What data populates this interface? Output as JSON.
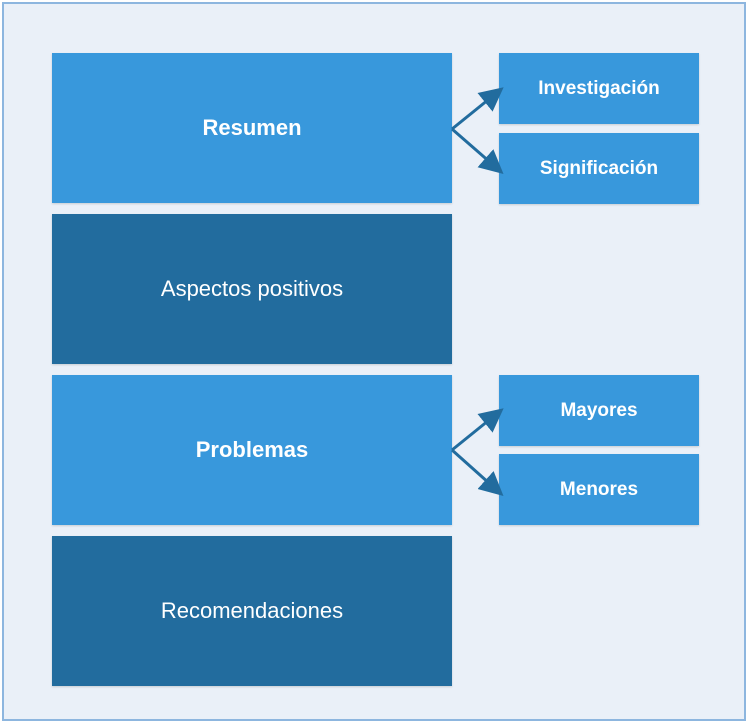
{
  "diagram": {
    "blocks": [
      {
        "label": "Resumen",
        "style": "light",
        "bold": true
      },
      {
        "label": "Aspectos positivos",
        "style": "dark",
        "bold": false
      },
      {
        "label": "Problemas",
        "style": "light",
        "bold": true
      },
      {
        "label": "Recomendaciones",
        "style": "dark",
        "bold": false
      }
    ],
    "resumen_children": [
      "Investigación",
      "Significación"
    ],
    "problemas_children": [
      "Mayores",
      "Menores"
    ]
  },
  "colors": {
    "light_block": "#3898dc",
    "dark_block": "#226c9e",
    "background": "#eaf0f8",
    "border": "#8db6df",
    "arrow": "#226c9e"
  }
}
